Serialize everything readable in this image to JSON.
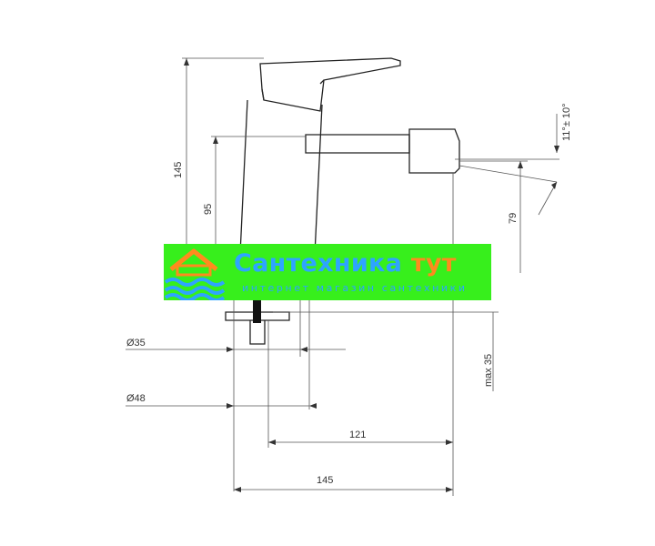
{
  "dimensions": {
    "overall_height": "145",
    "spout_height": "95",
    "outlet_height": "79",
    "angle": "11°± 10°",
    "shank_diameter": "Ø35",
    "base_diameter": "Ø48",
    "max_thickness": "max 35",
    "spout_reach": "121",
    "overall_length": "145"
  },
  "watermark": {
    "brand_word1": "Сантехника",
    "brand_word2": "тут",
    "tagline": "интернет магазин сантехники"
  },
  "colors": {
    "banner_background": "#37ef1c",
    "brand_blue": "#2ea4ff",
    "brand_orange": "#ff8a1e",
    "line": "#222222"
  }
}
